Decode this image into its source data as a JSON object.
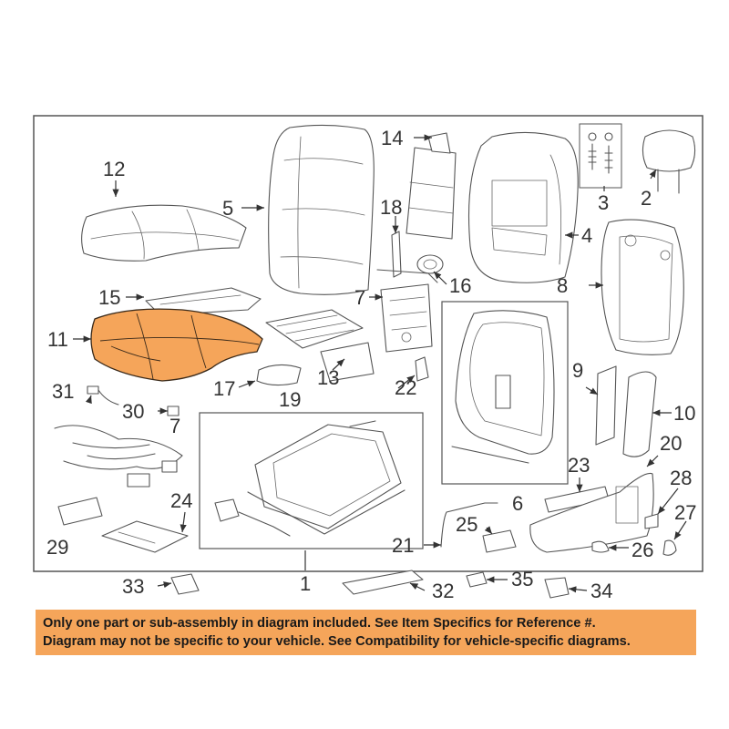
{
  "callouts": {
    "c1": "1",
    "c2": "2",
    "c3": "3",
    "c4": "4",
    "c5": "5",
    "c6": "6",
    "c7": "7",
    "c8": "8",
    "c9": "9",
    "c10": "10",
    "c11": "11",
    "c12": "12",
    "c13": "13",
    "c14": "14",
    "c15": "15",
    "c16": "16",
    "c17": "17",
    "c18": "18",
    "c19": "19",
    "c20": "20",
    "c21": "21",
    "c22": "22",
    "c23": "23",
    "c24": "24",
    "c25": "25",
    "c26": "26",
    "c27": "27",
    "c28": "28",
    "c29": "29",
    "c30": "30",
    "c31": "31",
    "c32": "32",
    "c33": "33",
    "c34": "34",
    "c35": "35"
  },
  "highlight_color": "#f5a55a",
  "notice": {
    "line1": "Only one part or sub-assembly in diagram included. See Item Specifics for Reference #.",
    "line2": "Diagram may not be specific to your vehicle. See Compatibility for vehicle-specific diagrams."
  }
}
